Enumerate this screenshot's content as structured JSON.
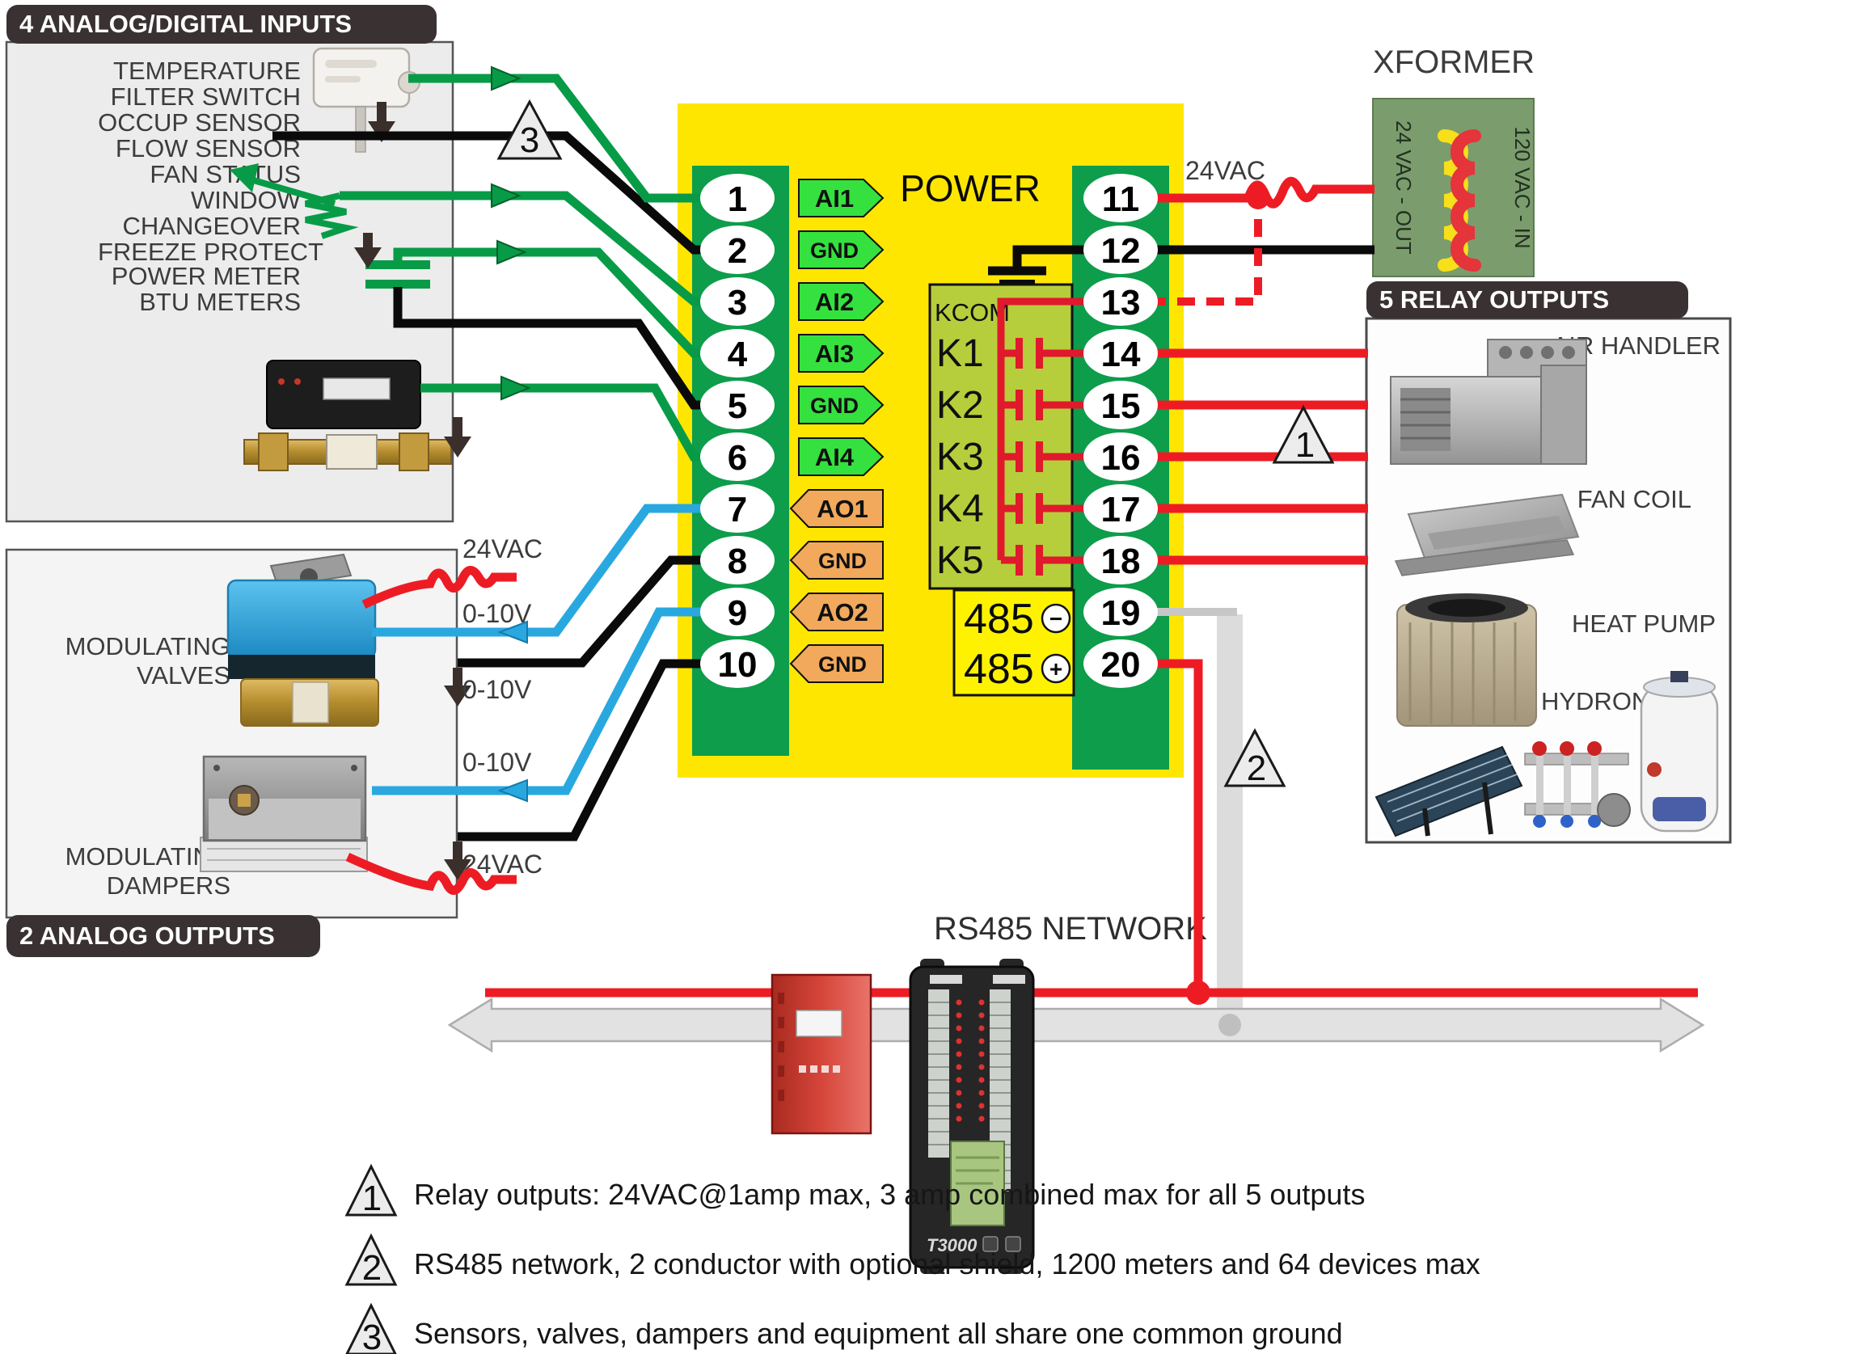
{
  "input_box": {
    "title": "4 ANALOG/DIGITAL INPUTS",
    "items": [
      "TEMPERATURE",
      "FILTER SWITCH",
      "OCCUP SENSOR",
      "FLOW SENSOR",
      "FAN STATUS",
      "WINDOW",
      "CHANGEOVER",
      "FREEZE PROTECT",
      "POWER METER",
      "BTU METERS"
    ]
  },
  "analog_out_box": {
    "title": "2 ANALOG OUTPUTS",
    "valves": [
      "MODULATING",
      "VALVES"
    ],
    "dampers": [
      "MODULATING",
      "DAMPERS"
    ]
  },
  "wire_labels": {
    "valves_24vac": "24VAC",
    "valves_signal": "0-10V",
    "valves_common": "0-10V",
    "dampers_signal": "0-10V",
    "dampers_24vac": "24VAC",
    "power_24vac": "24VAC"
  },
  "controller": {
    "pins_left": [
      "1",
      "2",
      "3",
      "4",
      "5",
      "6",
      "7",
      "8",
      "9",
      "10"
    ],
    "pins_right": [
      "11",
      "12",
      "13",
      "14",
      "15",
      "16",
      "17",
      "18",
      "19",
      "20"
    ],
    "tags": [
      "AI1",
      "GND",
      "AI2",
      "AI3",
      "GND",
      "AI4",
      "AO1",
      "GND",
      "AO2",
      "GND"
    ],
    "power_label": "POWER",
    "kcom_title": "KCOM",
    "relays": [
      "K1",
      "K2",
      "K3",
      "K4",
      "K5"
    ],
    "rs485_minus": "485",
    "rs485_minus_sign": "−",
    "rs485_plus": "485",
    "rs485_plus_sign": "+"
  },
  "xformer": {
    "title": "XFORMER",
    "out_label": "24 VAC - OUT",
    "in_label": "120 VAC - IN"
  },
  "relay_box": {
    "title": "5 RELAY OUTPUTS",
    "equipment": [
      "AIR HANDLER",
      "FAN COIL",
      "HEAT PUMP",
      "HYDRONICS"
    ]
  },
  "network": {
    "label": "RS485 NETWORK",
    "controller_logo": "T3000"
  },
  "callouts": {
    "relay": "1",
    "network": "2",
    "ground": "3"
  },
  "notes": [
    {
      "marker": "1",
      "text": "Relay outputs: 24VAC@1amp max, 3 amp combined max for all 5 outputs"
    },
    {
      "marker": "2",
      "text": "RS485 network, 2 conductor with optional shield, 1200 meters and 64 devices max"
    },
    {
      "marker": "3",
      "text": "Sensors, valves, dampers and equipment all share one common ground"
    }
  ],
  "colors": {
    "wire_green": "#089b47",
    "wire_blue": "#29a8e0",
    "wire_red": "#ed1c24",
    "panel_yellow": "#ffe600",
    "strip_green": "#0d9d4b",
    "kcom_olive": "#b6ce3b",
    "rs485_yellow": "#fff200",
    "tag_green": "#35e13f",
    "tag_orange": "#f2a95c",
    "badge_dark": "#393132",
    "xformer_green": "#7b9c6d"
  }
}
